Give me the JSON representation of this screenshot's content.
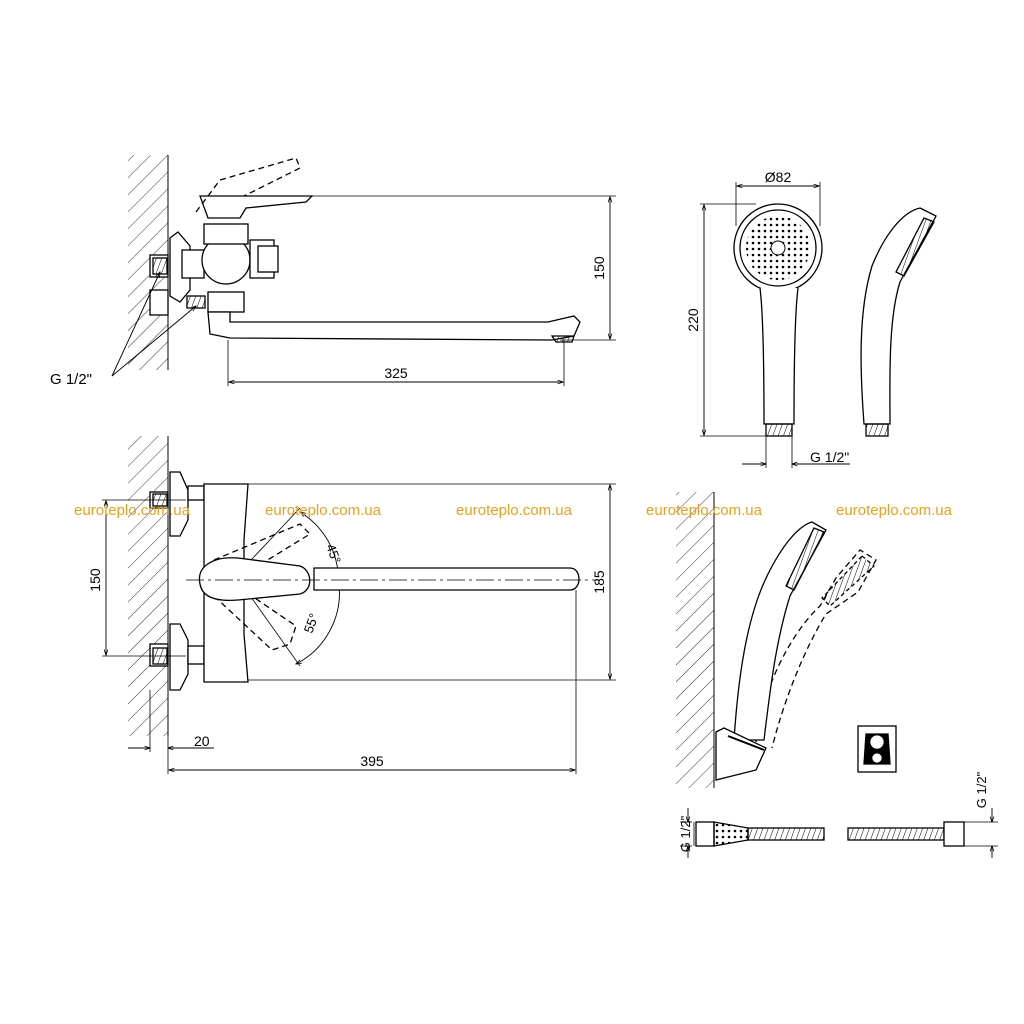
{
  "dimensions": {
    "top_view": {
      "thread": "G 1/2\"",
      "height": "150",
      "spout_length": "325"
    },
    "front_view": {
      "angle_up": "45°",
      "angle_down": "55°",
      "inlet_spacing": "150",
      "body_height": "185",
      "offset": "20",
      "total_length": "395"
    },
    "hand_shower": {
      "diameter": "Ø82",
      "length": "220",
      "thread": "G 1/2\""
    },
    "hose": {
      "thread_left": "G 1/2\"",
      "thread_right": "G 1/2\""
    }
  },
  "watermark": {
    "text": "euroteplo.com.ua",
    "color": "#e8a020",
    "count": 5
  },
  "colors": {
    "line": "#000000",
    "background": "#ffffff"
  }
}
